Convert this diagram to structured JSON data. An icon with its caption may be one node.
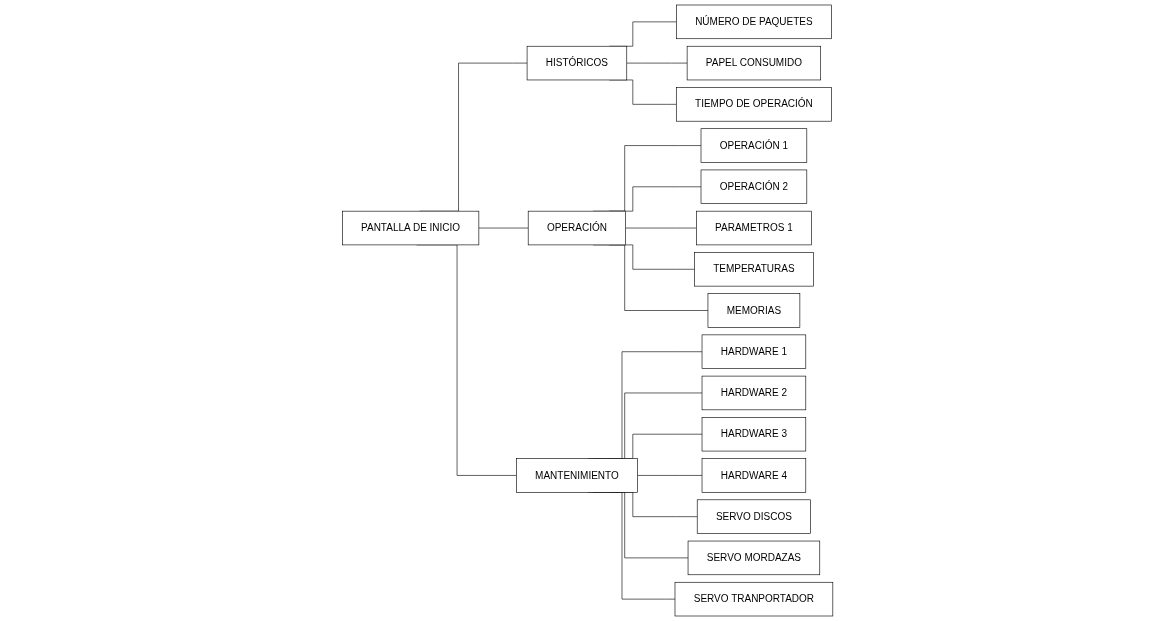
{
  "diagram": {
    "nodes": [
      {
        "text": [
          "PANTALLA DE INICIO"
        ]
      },
      {
        "text": [
          "HISTÓRICOS"
        ]
      },
      {
        "text": [
          "OPERACIÓN"
        ]
      },
      {
        "text": [
          "MANTENIMIENTO"
        ]
      },
      {
        "text": [
          "NÚMERO DE PAQUETES"
        ]
      },
      {
        "text": [
          "PAPEL CONSUMIDO"
        ]
      },
      {
        "text": [
          "TIEMPO DE OPERACIÓN"
        ]
      },
      {
        "text": [
          "OPERACIÓN 1"
        ]
      },
      {
        "text": [
          "OPERACIÓN 2"
        ]
      },
      {
        "text": [
          "PARAMETROS 1"
        ]
      },
      {
        "text": [
          "TEMPERATURAS"
        ]
      },
      {
        "text": [
          "MEMORIAS"
        ]
      },
      {
        "text": [
          "HARDWARE 1"
        ]
      },
      {
        "text": [
          "HARDWARE 2"
        ]
      },
      {
        "text": [
          "HARDWARE 3"
        ]
      },
      {
        "text": [
          "HARDWARE 4"
        ]
      },
      {
        "text": [
          "SERVO DISCOS"
        ]
      },
      {
        "text": [
          "SERVO MORDAZAS"
        ]
      },
      {
        "text": [
          "SERVO TRANPORTADOR"
        ]
      }
    ],
    "edges": [
      {
        "from": 0,
        "to": 1,
        "arrow": "none"
      },
      {
        "from": 0,
        "to": 2,
        "arrow": "none"
      },
      {
        "from": 0,
        "to": 3,
        "arrow": "none"
      },
      {
        "from": 1,
        "to": 4,
        "arrow": "none"
      },
      {
        "from": 1,
        "to": 5,
        "arrow": "none"
      },
      {
        "from": 1,
        "to": 6,
        "arrow": "none"
      },
      {
        "from": 2,
        "to": 7,
        "arrow": "none"
      },
      {
        "from": 2,
        "to": 8,
        "arrow": "none"
      },
      {
        "from": 2,
        "to": 9,
        "arrow": "none"
      },
      {
        "from": 2,
        "to": 10,
        "arrow": "none"
      },
      {
        "from": 2,
        "to": 11,
        "arrow": "none"
      },
      {
        "from": 3,
        "to": 12,
        "arrow": "none"
      },
      {
        "from": 3,
        "to": 13,
        "arrow": "none"
      },
      {
        "from": 3,
        "to": 14,
        "arrow": "none"
      },
      {
        "from": 3,
        "to": 15,
        "arrow": "none"
      },
      {
        "from": 3,
        "to": 16,
        "arrow": "none"
      },
      {
        "from": 3,
        "to": 17,
        "arrow": "none"
      },
      {
        "from": 3,
        "to": 18,
        "arrow": "none"
      }
    ]
  }
}
